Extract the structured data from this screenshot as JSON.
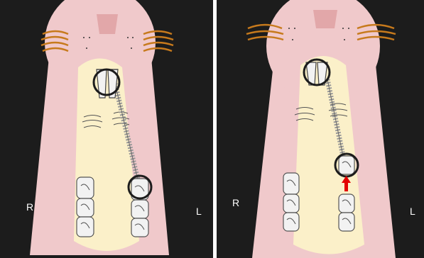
{
  "colors": {
    "background": "#1c1c1c",
    "head_skin": "#f0c9cb",
    "nose": "#e2a7a9",
    "palate": "#fbf0c9",
    "whisker": "#c77a1c",
    "tooth": "#f2f2f2",
    "spring": "#999999",
    "highlight_ring": "#1c1c1c",
    "arrow": "#e30000"
  },
  "panels": [
    {
      "id": "before",
      "left_label": "R",
      "right_label": "L",
      "arrow": false
    },
    {
      "id": "after",
      "left_label": "R",
      "right_label": "L",
      "arrow": true
    }
  ],
  "icons": {
    "direction_arrow": "red-up-arrow-icon"
  }
}
